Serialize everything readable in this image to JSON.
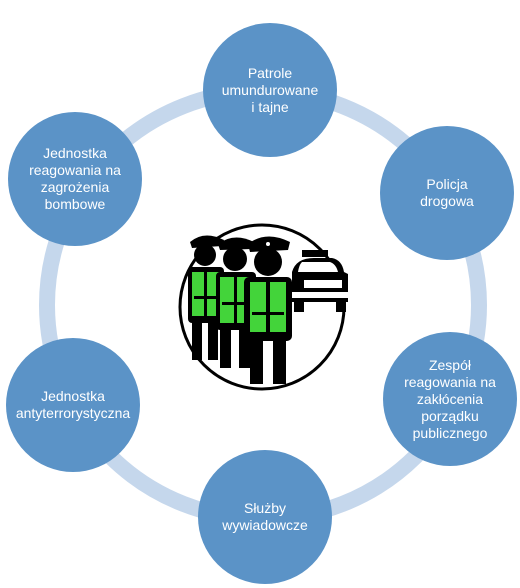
{
  "diagram": {
    "nodes": [
      {
        "id": "patrols",
        "label": "Patrole\numundurowane\ni tajne"
      },
      {
        "id": "traffic",
        "label": "Policja\ndrogowa"
      },
      {
        "id": "riot",
        "label": "Zespół\nreagowania na\nzakłócenia\nporządku\npublicznego"
      },
      {
        "id": "intel",
        "label": "Służby\nwywiadowcze"
      },
      {
        "id": "antiterror",
        "label": "Jednostka\nantyterrorystyczna"
      },
      {
        "id": "bomb",
        "label": "Jednostka\nreagowania na\nzagrożenia\nbombowe"
      }
    ],
    "center_icon": "police-officers-with-patrol-car-icon"
  },
  "colors": {
    "node_fill": "#5b93c7",
    "ring_stroke": "#c5d7ec",
    "vest": "#43d43a",
    "figure": "#000000"
  }
}
